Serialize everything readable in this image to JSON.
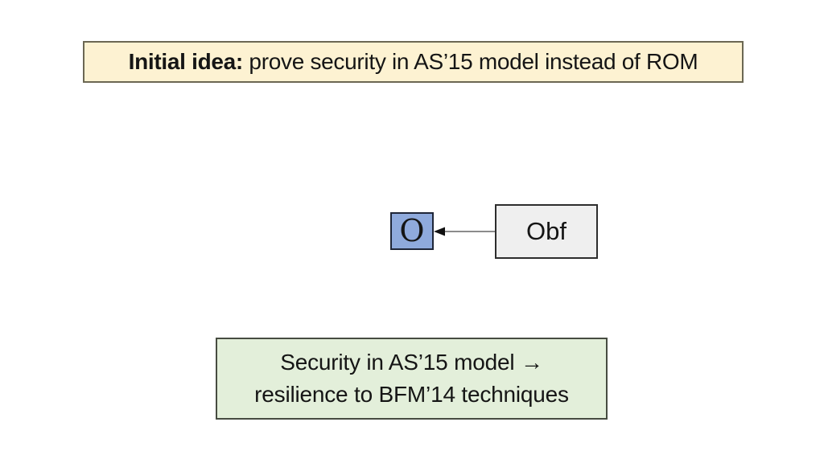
{
  "slide": {
    "title_box": {
      "bold_label": "Initial idea:",
      "rest": " prove security in AS’15 model instead of ROM"
    },
    "diagram": {
      "oracle_label": "O",
      "obf_label": "Obf",
      "arrow_direction": "left"
    },
    "result_box": {
      "line1": "Security in AS’15 model →",
      "line2": "resilience to BFM’14 techniques"
    }
  },
  "colors": {
    "text": "#151515",
    "title-fill": "#fdf2d2",
    "title-border": "#6b6753",
    "oracle-fill": "#8faadc",
    "oracle-border": "#1f2638",
    "obf-fill": "#efefef",
    "obf-border": "#2d2d2d",
    "result-fill": "#e3efda",
    "result-border": "#474c41",
    "arrow-line": "#8c8c8c",
    "arrow-head": "#111111"
  }
}
